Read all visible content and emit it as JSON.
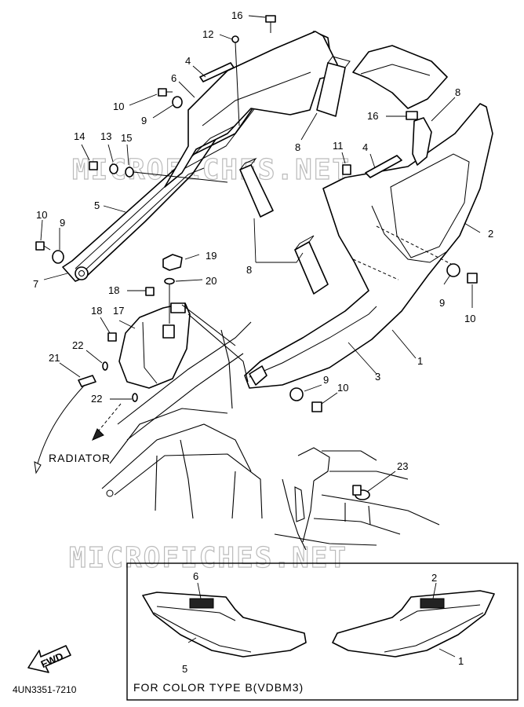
{
  "watermark": "MICROFICHES.NET",
  "callouts": [
    {
      "id": "c16a",
      "text": "16"
    },
    {
      "id": "c12",
      "text": "12"
    },
    {
      "id": "c4a",
      "text": "4"
    },
    {
      "id": "c6a",
      "text": "6"
    },
    {
      "id": "c10a",
      "text": "10"
    },
    {
      "id": "c9a",
      "text": "9"
    },
    {
      "id": "c8a",
      "text": "8"
    },
    {
      "id": "c8b",
      "text": "8"
    },
    {
      "id": "c16b",
      "text": "16"
    },
    {
      "id": "c14",
      "text": "14"
    },
    {
      "id": "c13",
      "text": "13"
    },
    {
      "id": "c15",
      "text": "15"
    },
    {
      "id": "c11",
      "text": "11"
    },
    {
      "id": "c4b",
      "text": "4"
    },
    {
      "id": "c5a",
      "text": "5"
    },
    {
      "id": "c10b",
      "text": "10"
    },
    {
      "id": "c9b",
      "text": "9"
    },
    {
      "id": "c7",
      "text": "7"
    },
    {
      "id": "c2a",
      "text": "2"
    },
    {
      "id": "c19",
      "text": "19"
    },
    {
      "id": "c8c",
      "text": "8"
    },
    {
      "id": "c20",
      "text": "20"
    },
    {
      "id": "c18a",
      "text": "18"
    },
    {
      "id": "c9c",
      "text": "9"
    },
    {
      "id": "c10c",
      "text": "10"
    },
    {
      "id": "c18b",
      "text": "18"
    },
    {
      "id": "c17",
      "text": "17"
    },
    {
      "id": "c22a",
      "text": "22"
    },
    {
      "id": "c21",
      "text": "21"
    },
    {
      "id": "c3",
      "text": "3"
    },
    {
      "id": "c1a",
      "text": "1"
    },
    {
      "id": "c9d",
      "text": "9"
    },
    {
      "id": "c10d",
      "text": "10"
    },
    {
      "id": "c22b",
      "text": "22"
    },
    {
      "id": "c23",
      "text": "23"
    },
    {
      "id": "c6b",
      "text": "6"
    },
    {
      "id": "c2b",
      "text": "2"
    },
    {
      "id": "c5b",
      "text": "5"
    },
    {
      "id": "c1b",
      "text": "1"
    }
  ],
  "radiator_label": "RADIATOR",
  "fwd_label": "FWD",
  "inset_caption": "FOR  COLOR  TYPE B(VDBM3)",
  "diagram_code": "4UN3351-7210"
}
